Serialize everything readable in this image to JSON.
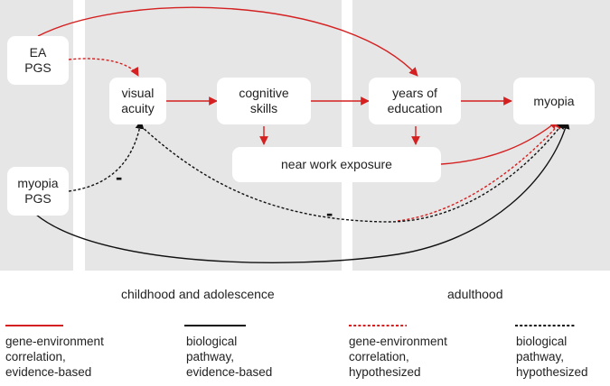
{
  "nodes": {
    "ea_pgs": [
      "EA",
      "PGS"
    ],
    "visual_acuity": [
      "visual",
      "acuity"
    ],
    "cognitive_skills": [
      "cognitive",
      "skills"
    ],
    "years_of_education": [
      "years of",
      "education"
    ],
    "myopia": [
      "myopia"
    ],
    "near_work": [
      "near work exposure"
    ],
    "myopia_pgs": [
      "myopia",
      "PGS"
    ]
  },
  "signs": {
    "negative": "-"
  },
  "periods": {
    "childhood": "childhood and adolescence",
    "adulthood": "adulthood"
  },
  "legend": [
    {
      "lines": [
        "gene-environment",
        "correlation,",
        "evidence-based"
      ],
      "color": "#d42020",
      "style": "solid"
    },
    {
      "lines": [
        "biological",
        "pathway,",
        "evidence-based"
      ],
      "color": "#111111",
      "style": "solid"
    },
    {
      "lines": [
        "gene-environment",
        "correlation,",
        "hypothesized"
      ],
      "color": "#d42020",
      "style": "dashed"
    },
    {
      "lines": [
        "biological",
        "pathway,",
        "hypothesized"
      ],
      "color": "#111111",
      "style": "dashed"
    }
  ],
  "colors": {
    "red": "#d42020",
    "black": "#111111",
    "panel": "#e6e6e6"
  }
}
